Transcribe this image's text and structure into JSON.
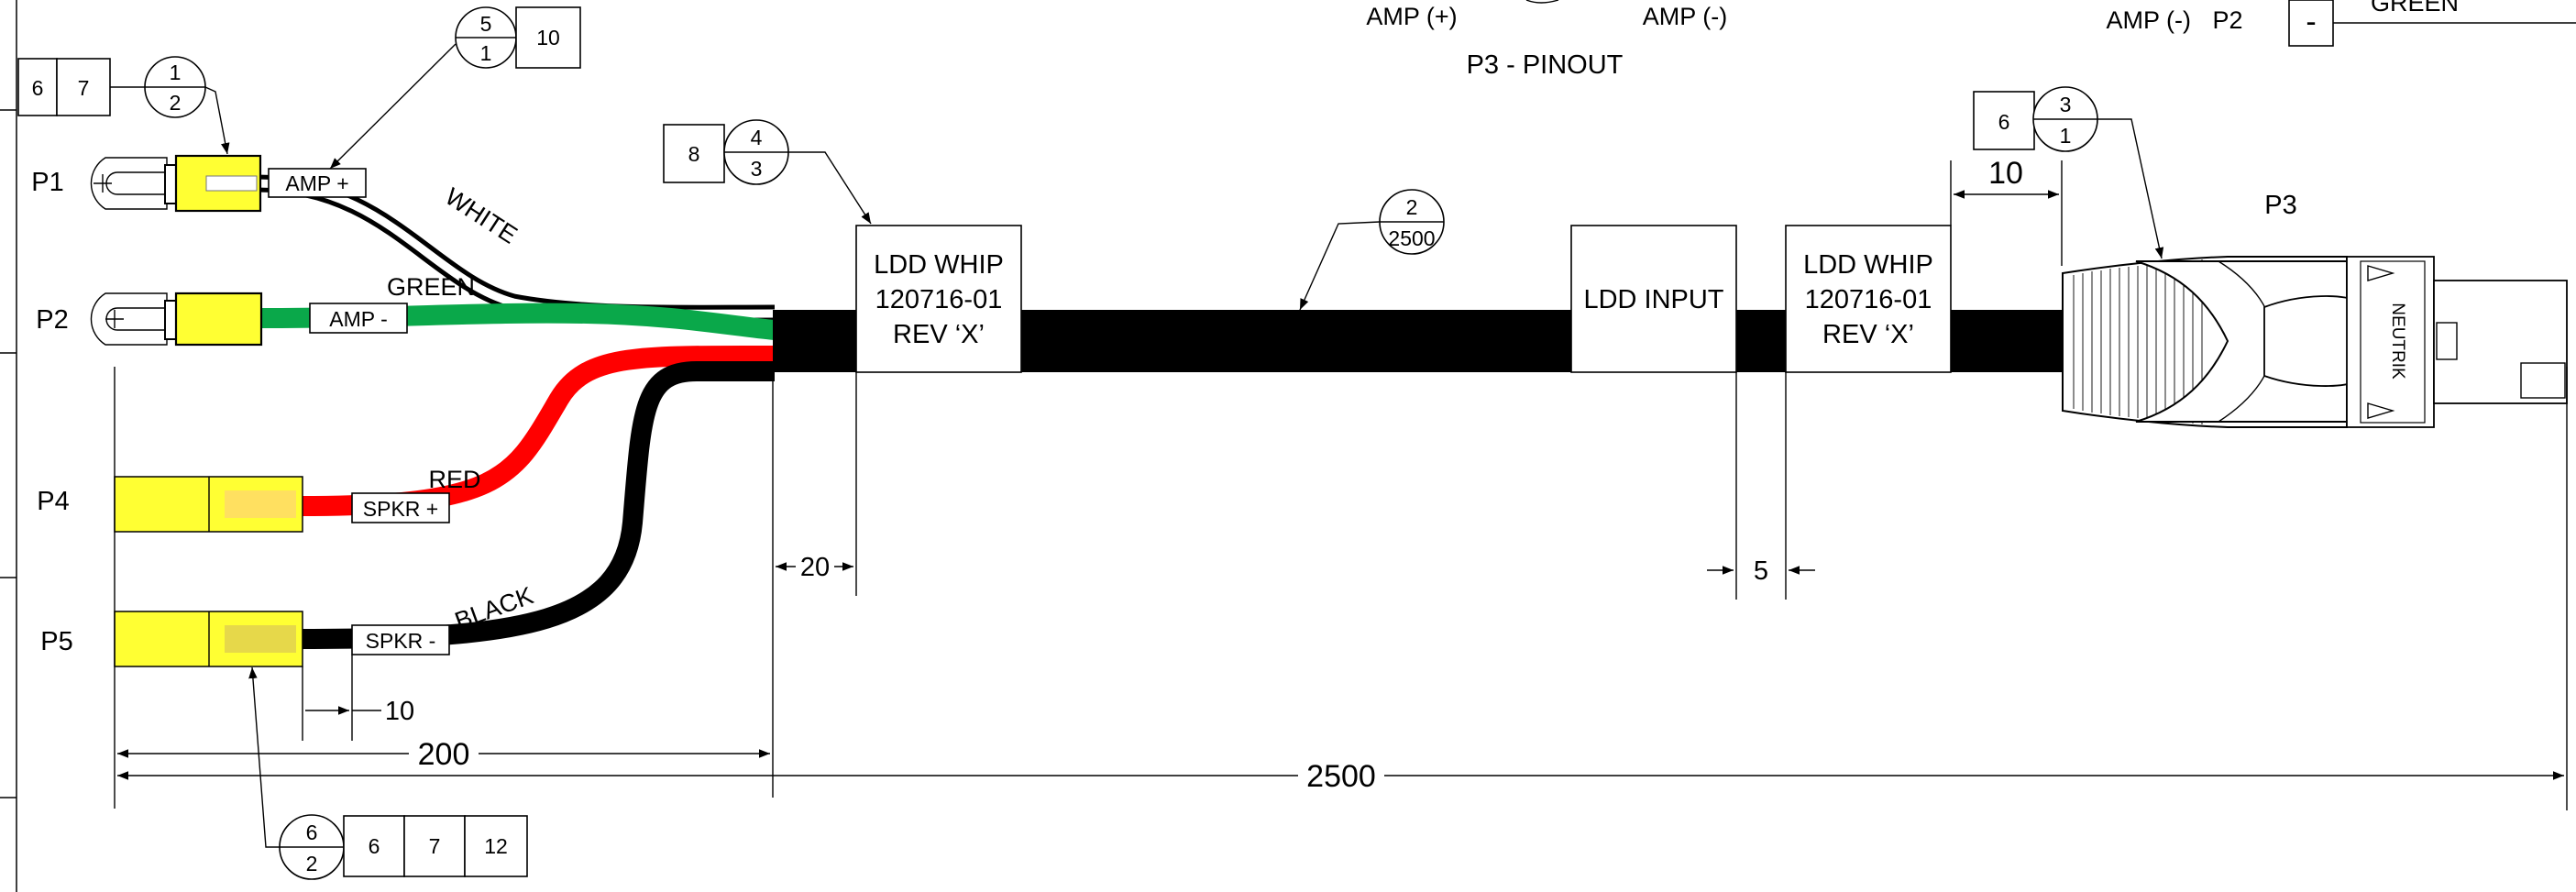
{
  "header": {
    "amp_plus": "AMP (+)",
    "amp_minus": "AMP (-)",
    "pinout_title": "P3 - PINOUT",
    "p2_row": {
      "label": "AMP (-)",
      "connector": "P2",
      "pin": "-",
      "wire": "GREEN"
    }
  },
  "connectors": {
    "p1": "P1",
    "p2": "P2",
    "p3": "P3",
    "p4": "P4",
    "p5": "P5"
  },
  "wires": {
    "white": "WHITE",
    "green": "GREEN",
    "red": "RED",
    "black": "BLACK"
  },
  "wire_labels": {
    "amp_plus": "AMP +",
    "amp_minus": "AMP -",
    "spkr_plus": "SPKR +",
    "spkr_minus": "SPKR -"
  },
  "cable_labels": {
    "whip_left": [
      "LDD WHIP",
      "120716-01",
      "REV ‘X’"
    ],
    "input": "LDD INPUT",
    "whip_right": [
      "LDD WHIP",
      "120716-01",
      "REV ‘X’"
    ]
  },
  "callouts": {
    "p1_terminal": {
      "notes": [
        "6",
        "7"
      ],
      "top": "1",
      "bottom": "2"
    },
    "p1_label": {
      "top": "5",
      "bottom": "1",
      "note": "10"
    },
    "whip_label": {
      "note": "8",
      "top": "4",
      "bottom": "3"
    },
    "cable": {
      "top": "2",
      "bottom": "2500"
    },
    "p3": {
      "note": "6",
      "top": "3",
      "bottom": "1"
    },
    "p5": {
      "top": "6",
      "bottom": "2",
      "notes": [
        "6",
        "7",
        "12"
      ]
    }
  },
  "dimensions": {
    "label_offset": "20",
    "gap": "5",
    "p3_offset": "10",
    "spkr_offset": "10",
    "breakout": "200",
    "overall": "2500"
  },
  "p3_brand": "NEUTRIK"
}
